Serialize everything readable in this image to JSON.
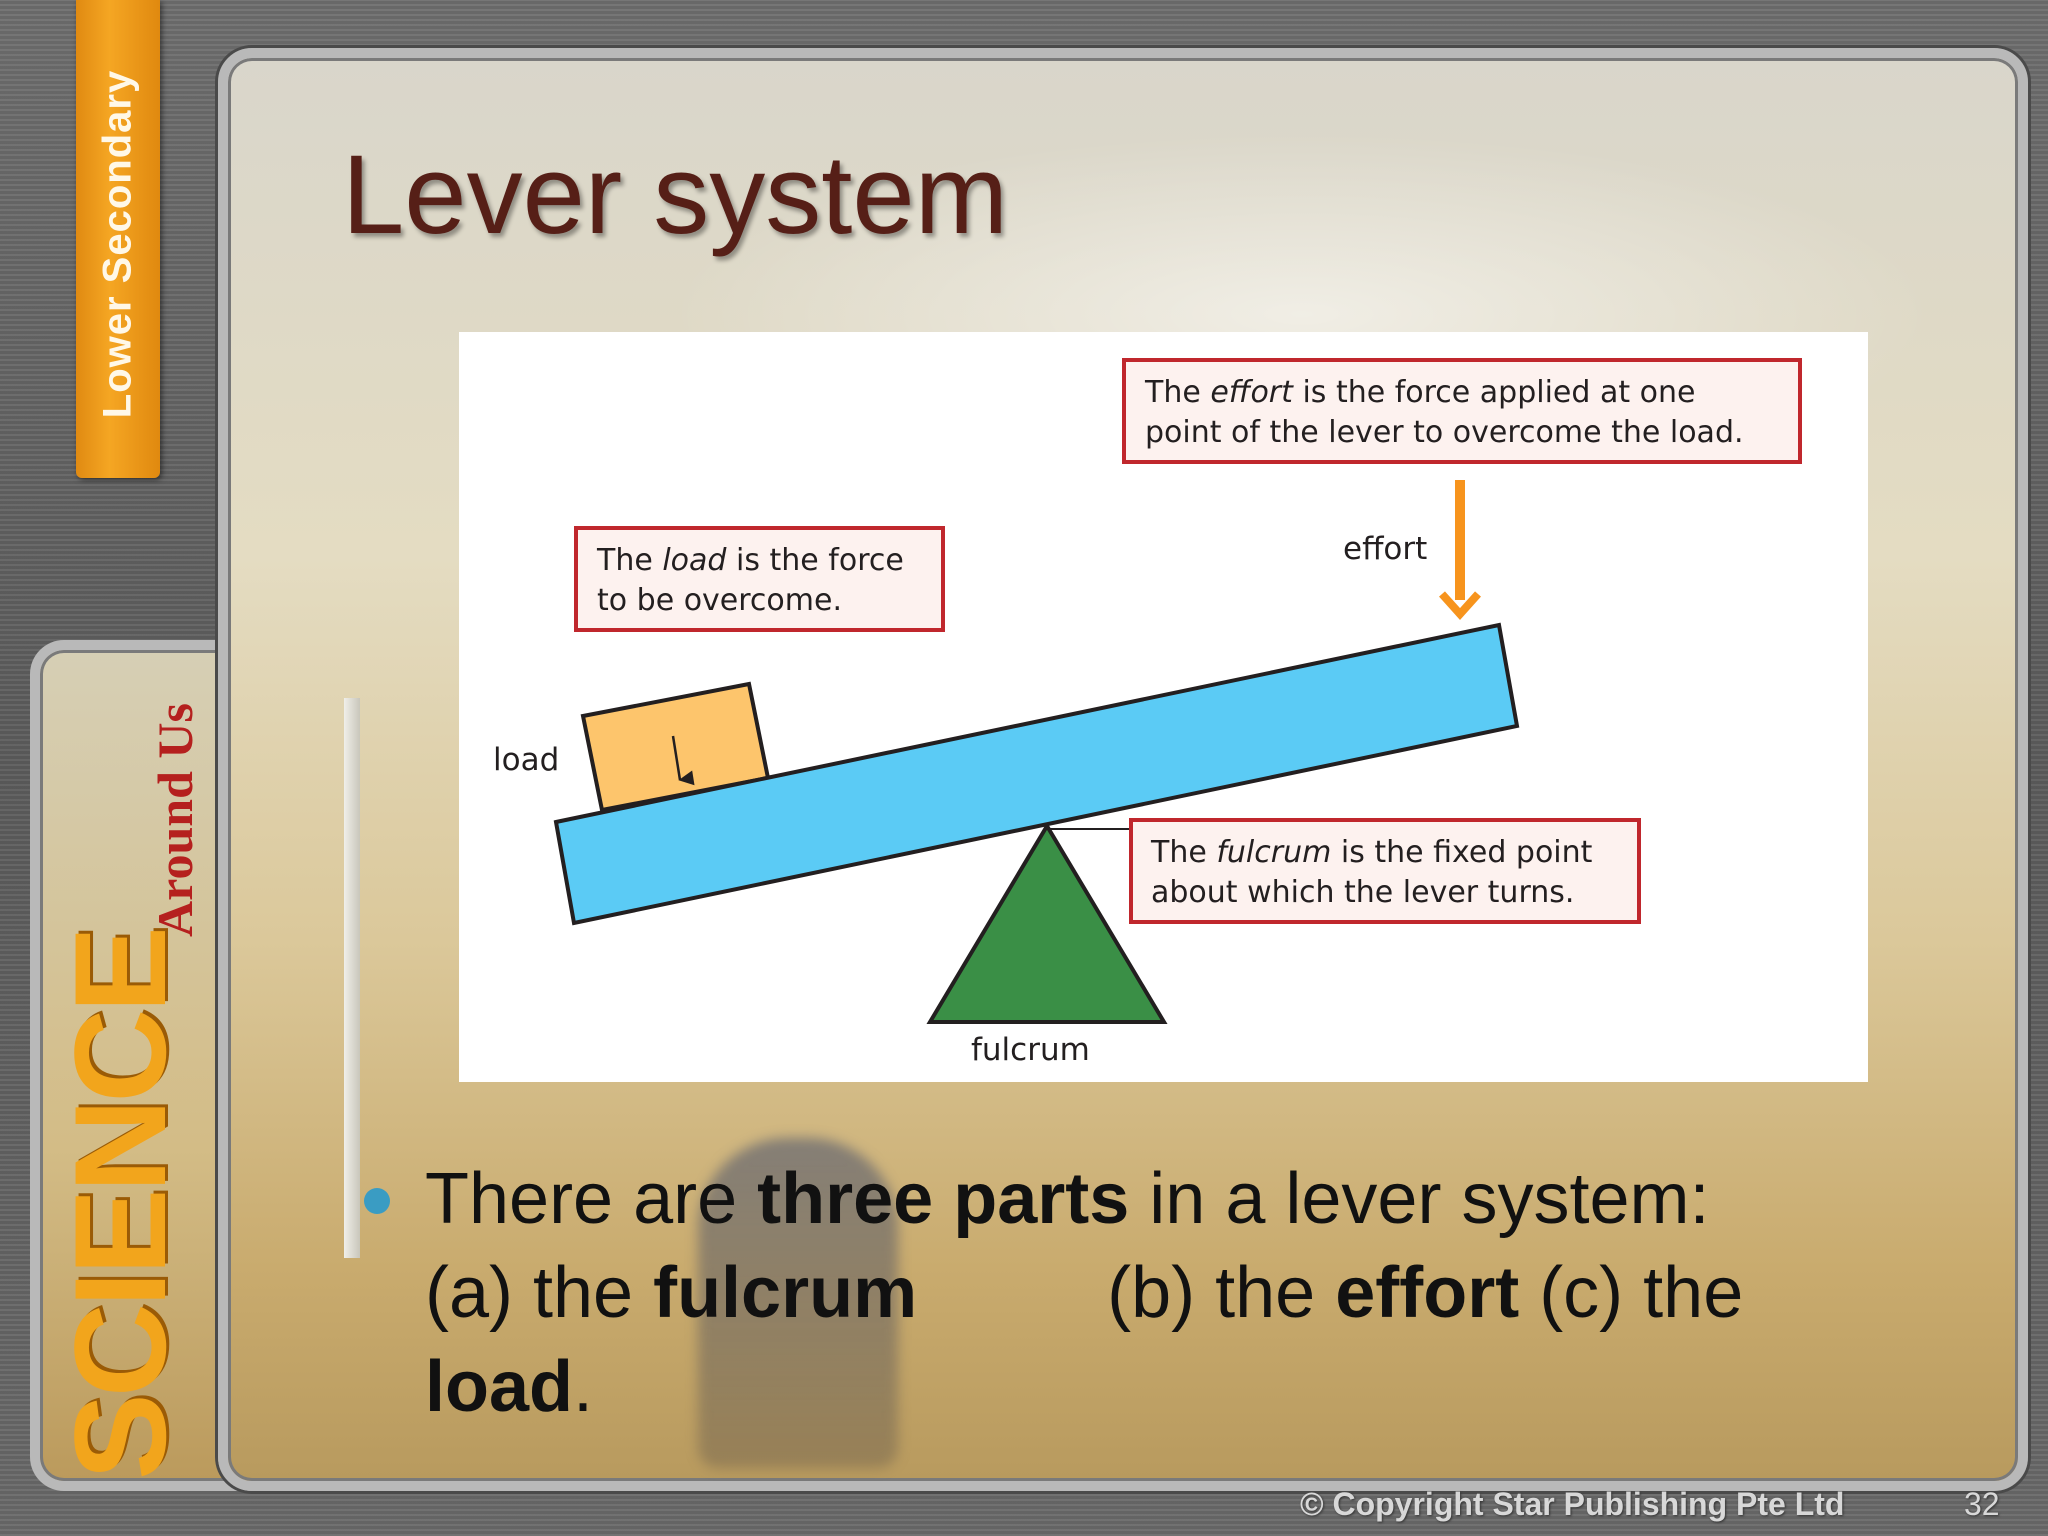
{
  "sidebar": {
    "tab_label": "Lower Secondary",
    "logo_science": "SCIENCE",
    "logo_around": "Around Us"
  },
  "slide": {
    "title": "Lever system",
    "bullet": {
      "p1": "There are ",
      "b1": "three parts",
      "p2": " in a lever system:",
      "p3": "(a) the ",
      "b2": "fulcrum",
      "p4": "(b) the ",
      "b3": "effort",
      "p5": " (c) the ",
      "b4": "load",
      "p6": "."
    },
    "bullet_color": "#3a9cc3"
  },
  "diagram": {
    "labels": {
      "load": "load",
      "effort": "effort",
      "fulcrum": "fulcrum"
    },
    "callouts": {
      "effort": {
        "l1a": "The ",
        "l1i": "effort",
        "l1b": " is the force applied at one",
        "l2": "point of the lever to overcome the load."
      },
      "load": {
        "l1a": "The ",
        "l1i": "load",
        "l1b": " is the force",
        "l2": "to be overcome."
      },
      "fulcrum": {
        "l1a": "The ",
        "l1i": "fulcrum",
        "l1b": " is the fixed point",
        "l2": "about which the lever turns."
      }
    },
    "colors": {
      "lever": "#5bcbf5",
      "load_box": "#fdc56c",
      "fulcrum": "#3a8f46",
      "effort_arrow": "#f7941d",
      "callout_border": "#c0272d",
      "callout_fill": "#fdf2ef"
    }
  },
  "footer": {
    "copyright": "© Copyright Star Publishing Pte Ltd",
    "page_number": "32"
  }
}
